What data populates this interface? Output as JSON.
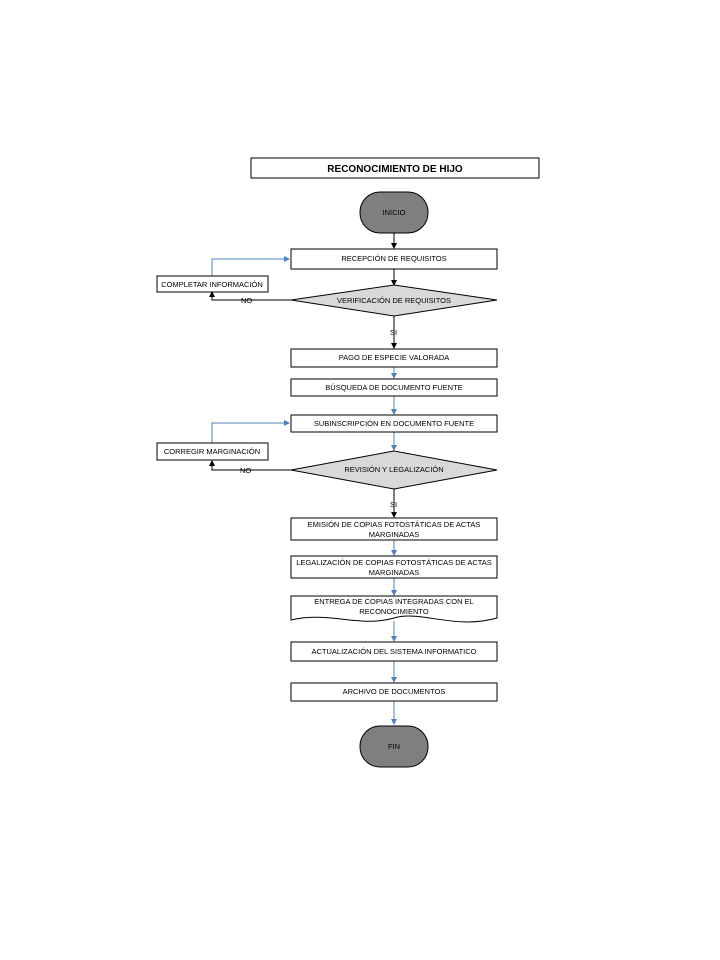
{
  "title": "RECONOCIMIENTO DE HIJO",
  "terminals": {
    "start": "INICIO",
    "end": "FIN"
  },
  "steps": {
    "recepcion": "RECEPCIÓN DE REQUISITOS",
    "pago": "PAGO DE ESPECIE VALORADA",
    "busqueda": "BÚSQUEDA DE DOCUMENTO FUENTE",
    "subinscripcion": "SUBINSCRIPCIÓN EN DOCUMENTO FUENTE",
    "emision": [
      "EMISIÓN DE COPIAS FOTOSTÁTICAS DE ACTAS",
      "MARGINADAS"
    ],
    "legalizacion_copias": [
      "LEGALIZACIÓN DE COPIAS FOTOSTÁTICAS DE ACTAS",
      "MARGINADAS"
    ],
    "entrega": [
      "ENTREGA DE COPIAS INTEGRADAS CON EL",
      "RECONOCIMIENTO"
    ],
    "actualizacion": "ACTUALIZACIÓN DEL SISTEMA INFORMATICO",
    "archivo": "ARCHIVO DE DOCUMENTOS"
  },
  "decisions": {
    "verificacion": "VERIFICACIÓN DE REQUISITOS",
    "revision": "REVISIÓN Y LEGALIZACIÓN"
  },
  "side_steps": {
    "completar": "COMPLETAR INFORMACIÓN",
    "corregir": "CORREGIR MARGINACIÓN"
  },
  "branch_labels": {
    "no_1": "NO",
    "si_1": "SI",
    "no_2": "NO",
    "si_2": "SI"
  },
  "colors": {
    "terminal_fill": "#7f7f7f",
    "decision_fill": "#d9d9d9",
    "blue_line": "#4f81bd",
    "black_line": "#000000"
  }
}
